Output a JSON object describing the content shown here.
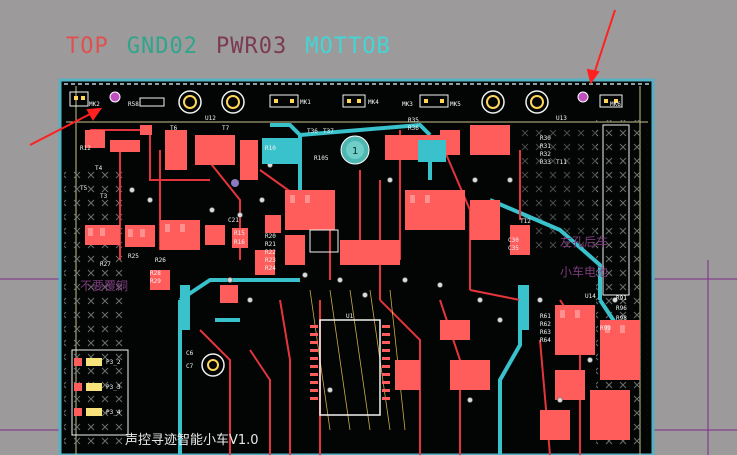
{
  "layer_tabs": [
    {
      "label": "TOP",
      "color": "#e05050"
    },
    {
      "label": "GND02",
      "color": "#2fa58c"
    },
    {
      "label": "PWR03",
      "color": "#7a3a52"
    },
    {
      "label": "MOTTOB",
      "color": "#42d6d6"
    }
  ],
  "board": {
    "title_silk": "声控寻迹智能小车V1.0",
    "warning_silk": "不要覆铜",
    "side_silk_1": "左孔后车",
    "side_silk_2": "小车电池",
    "mark_top_left": "MK2",
    "mark_top_right": "MK6",
    "header_pins": [
      "P3_2",
      "P3_3",
      "P3_4"
    ],
    "chip_label": "U1",
    "badge_label": "1"
  },
  "refdes": {
    "r58": "R58",
    "mk1": "MK1",
    "mk3": "MK3",
    "mk4": "MK4",
    "mk5": "MK5",
    "u12": "U12",
    "u13": "U13",
    "t36": "T36",
    "t37": "T37",
    "t7": "T7",
    "r10": "R10",
    "r105": "R105",
    "r35": "R35",
    "r36": "R36",
    "r30": "R30",
    "r31": "R31",
    "r32": "R32",
    "r33": "R33",
    "t11": "T11",
    "t5": "T5",
    "t4": "T4",
    "t6": "T6",
    "t3": "T3",
    "r12": "R12",
    "r15": "R15",
    "r16": "R16",
    "r25": "R25",
    "r26": "R26",
    "r27": "R27",
    "r28": "R28",
    "r29": "R29",
    "r20": "R20",
    "r21": "R21",
    "r22": "R22",
    "r23": "R23",
    "r24": "R24",
    "c21": "C21",
    "c30": "C30",
    "c35": "C35",
    "c6": "C6",
    "c7": "C7",
    "t12": "T12",
    "u14": "U14",
    "r91": "R91",
    "r96": "R96",
    "r98": "R98",
    "r99": "R99",
    "r61": "R61",
    "r62": "R62",
    "r63": "R63",
    "r64": "R64"
  },
  "colors": {
    "board_bg": "#030505",
    "outline": "#54b2c4",
    "top_copper": "#e3353b",
    "bottom_copper": "#39c2cc",
    "pad": "#ff5c5c",
    "silk": "#f2f2f2",
    "keepout": "#c9c28c",
    "via": "#d9d9d9",
    "annotation_arrow": "#ff2020"
  }
}
